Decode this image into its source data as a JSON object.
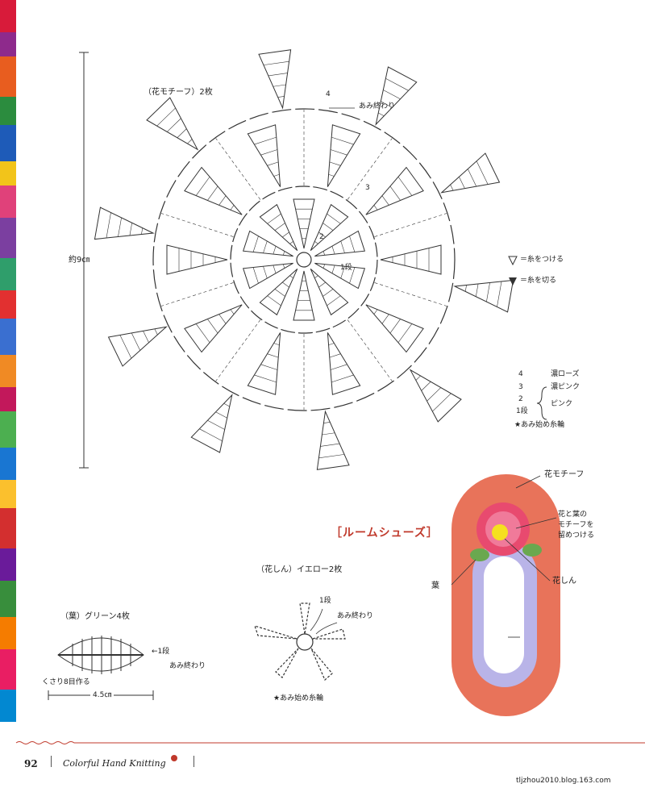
{
  "flower_motif": {
    "title": "（花モチーフ）2枚",
    "size_label": "約9㎝",
    "end_label": "あみ終わり",
    "round_4": "4",
    "round_3": "3",
    "round_2": "2",
    "round_1": "1段"
  },
  "legend": {
    "attach": "＝糸をつける",
    "cut": "＝糸を切る",
    "rows": [
      {
        "round": "4",
        "color": "濃ローズ"
      },
      {
        "round": "3",
        "color": "濃ピンク"
      },
      {
        "round": "2",
        "color": ""
      },
      {
        "round": "1段",
        "color": ""
      }
    ],
    "pink": "ピンク",
    "start": "★あみ始め糸輪"
  },
  "room_shoes": {
    "title": "［ルームシューズ］",
    "flower_label": "花モチーフ",
    "attach_note_1": "花と葉の",
    "attach_note_2": "モチーフを",
    "attach_note_3": "留めつける",
    "center_label": "花しん",
    "leaf_label": "葉"
  },
  "flower_center": {
    "title": "（花しん）イエロー2枚",
    "round": "1段",
    "end_label": "あみ終わり",
    "start": "★あみ始め糸輪"
  },
  "leaf": {
    "title": "（葉）グリーン4枚",
    "round": "←1段",
    "end_label": "あみ終わり",
    "chain": "くさり8目作る",
    "width": "4.5㎝"
  },
  "footer": {
    "page": "92",
    "magazine": "Colorful Hand Knitting",
    "url": "tljzhou2010.blog.163.com"
  },
  "colors": {
    "accent": "#c0392b",
    "shoe": "#e8735a",
    "shoe_inner": "#b9b4e8",
    "flower": "#e84a6f",
    "center": "#f5e020",
    "leaf": "#6aa84f"
  }
}
